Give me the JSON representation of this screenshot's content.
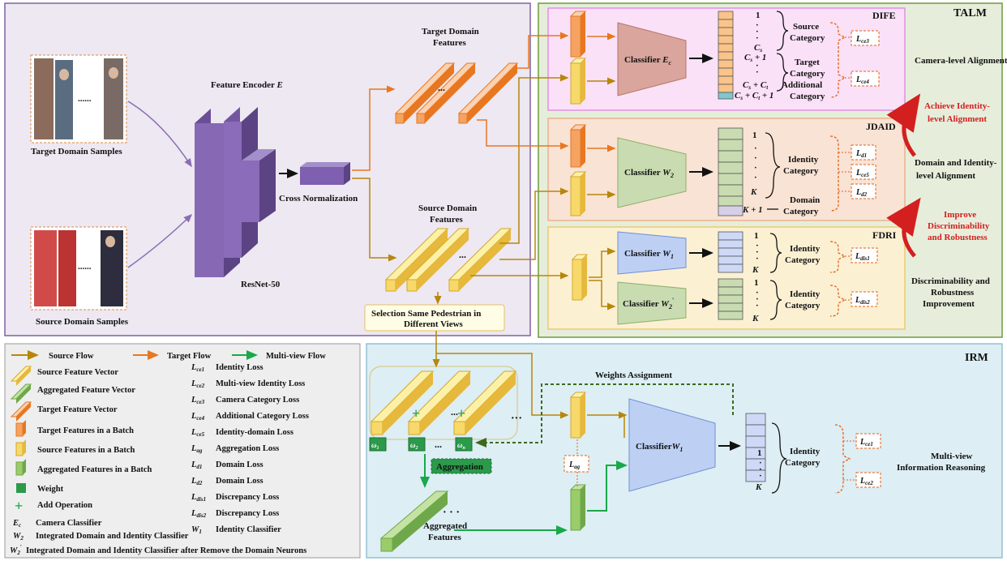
{
  "modules": {
    "talm": "TALM",
    "irm": "IRM",
    "dife": "DIFE",
    "jdaid": "JDAID",
    "fdri": "FDRI"
  },
  "encoder": {
    "target_samples": "Target Domain Samples",
    "source_samples": "Source Domain Samples",
    "dots": "......",
    "feature_encoder": "Feature Encoder ",
    "encoder_symbol": "E",
    "backbone": "ResNet-50",
    "cross_norm": "Cross Normalization",
    "target_features": [
      "Target Domain",
      "Features"
    ],
    "source_features": [
      "Source Domain",
      "Features"
    ],
    "selection": [
      "Selection Same Pedestrian in",
      "Different Views"
    ]
  },
  "dife": {
    "classifier": "Classifier ",
    "classifier_sym": "E",
    "classifier_sub": "c",
    "idx_1": "1",
    "idx_cs": "C",
    "idx_cs_1": "C",
    "idx_cs_ct": "C",
    "idx_last": "C",
    "source_category": [
      "Source",
      "Category"
    ],
    "target_category": [
      "Target",
      "Category"
    ],
    "additional_category": [
      "Additional",
      "Category"
    ],
    "loss_a": "L",
    "loss_a_sub": "ce3",
    "loss_b": "L",
    "loss_b_sub": "ce4",
    "side": "Camera-level Alignment"
  },
  "jdaid": {
    "classifier": "Classifier ",
    "classifier_sym": "W",
    "classifier_sub": "2",
    "idx_1": "1",
    "idx_k": "K",
    "idx_k1": "K + 1",
    "identity_category": [
      "Identity",
      "Category"
    ],
    "domain_category": [
      "Domain",
      "Category"
    ],
    "losses": [
      [
        "L",
        "d1"
      ],
      [
        "L",
        "ce5"
      ],
      [
        "L",
        "d2"
      ]
    ],
    "side": [
      "Domain and Identity-",
      "level Alignment"
    ]
  },
  "fdri": {
    "classifier1": "Classifier ",
    "classifier1_sym": "W",
    "classifier1_sub": "1",
    "classifier2": "Classifier ",
    "classifier2_sym": "W",
    "classifier2_sub": "2",
    "idx_1": "1",
    "idx_k": "K",
    "identity_category": [
      "Identity",
      "Category"
    ],
    "losses": [
      [
        "L",
        "dis1"
      ],
      [
        "L",
        "dis2"
      ]
    ],
    "side": [
      "Discriminability and",
      "Robustness",
      "Improvement"
    ]
  },
  "arrows_text": {
    "achieve": [
      "Achieve Identity-",
      "level Alignment"
    ],
    "improve": [
      "Improve",
      "Discriminability",
      "and Robustness"
    ]
  },
  "irm": {
    "weights_assignment": "Weights Assignment",
    "aggregation": "Aggregation",
    "aggregated_features": [
      "Aggregated",
      "Features"
    ],
    "omega": "ω",
    "omega_subs": [
      "1",
      "2",
      "n"
    ],
    "dots": "···",
    "loss_ag": [
      "L",
      "ag"
    ],
    "classifier": "Classifier",
    "classifier_sym": "W",
    "classifier_sub": "1",
    "idx_1": "1",
    "idx_k": "K",
    "identity_category": [
      "Identity",
      "Category"
    ],
    "losses": [
      [
        "L",
        "ce1"
      ],
      [
        "L",
        "ce2"
      ]
    ],
    "side": [
      "Multi-view",
      "Information Reasoning"
    ]
  },
  "legend": {
    "flows": [
      "Source Flow",
      "Target Flow",
      "Multi-view Flow"
    ],
    "left_items": [
      "Source Feature Vector",
      "Aggregated Feature Vector",
      "Target Feature Vector",
      "Target Features in a Batch",
      "Source Features in a Batch",
      "Aggregated  Features in a Batch",
      "Weight",
      "Add Operation"
    ],
    "losses": [
      {
        "sym": "L",
        "sub": "ce1",
        "text": "Identity Loss"
      },
      {
        "sym": "L",
        "sub": "ce2",
        "text": "Multi-view Identity Loss"
      },
      {
        "sym": "L",
        "sub": "ce3",
        "text": "Camera Category Loss"
      },
      {
        "sym": "L",
        "sub": "ce4",
        "text": "Additional Category  Loss"
      },
      {
        "sym": "L",
        "sub": "ce5",
        "text": "Identity-domain Loss"
      },
      {
        "sym": "L",
        "sub": "ag",
        "text": "Aggregation Loss"
      },
      {
        "sym": "L",
        "sub": "d1",
        "text": "Domain Loss"
      },
      {
        "sym": "L",
        "sub": "d2",
        "text": "Domain Loss"
      },
      {
        "sym": "L",
        "sub": "dis1",
        "text": "Discrepancy Loss"
      },
      {
        "sym": "L",
        "sub": "dis2",
        "text": "Discrepancy Loss"
      },
      {
        "sym": "W",
        "sub": "1",
        "text": "Identity Classifier"
      }
    ],
    "bottom": [
      {
        "sym": "E",
        "sub": "c",
        "text": "Camera Classifier"
      },
      {
        "sym": "W",
        "sub": "2",
        "text": "Integrated Domain and Identity Classifier"
      },
      {
        "sym": "W",
        "sub": "2",
        "text": "Integrated Domain and Identity Classifier after Remove the Domain Neurons"
      }
    ]
  },
  "colors": {
    "source": "#b8860b",
    "target": "#e87722",
    "multiview": "#19a84a",
    "loss": "#e0621a",
    "red": "#d41f1f"
  }
}
